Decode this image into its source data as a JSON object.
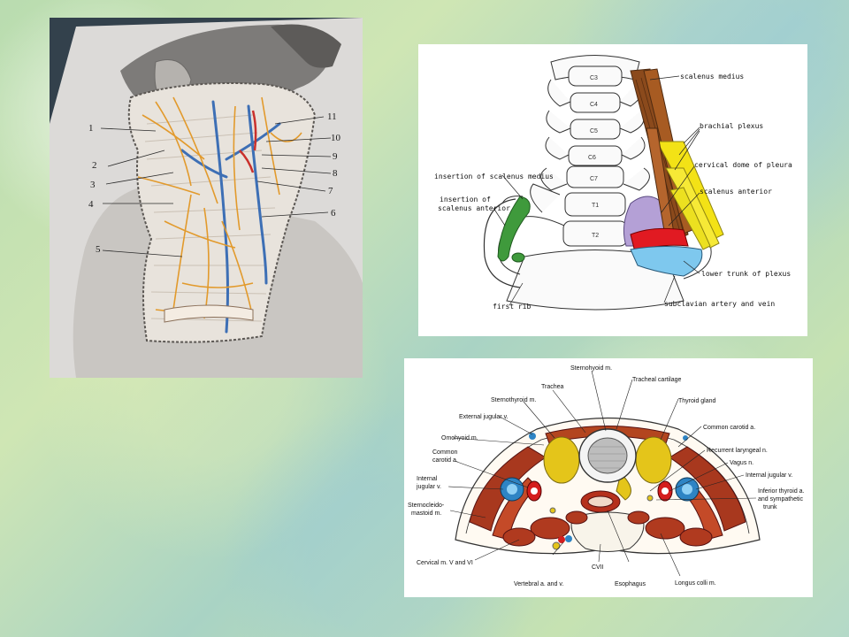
{
  "neck_figure": {
    "numbers": [
      "1",
      "2",
      "3",
      "4",
      "5",
      "6",
      "7",
      "8",
      "9",
      "10",
      "11"
    ]
  },
  "plexus_figure": {
    "vertebrae": [
      "C3",
      "C4",
      "C5",
      "C6",
      "C7",
      "T1",
      "T2"
    ],
    "labels": {
      "scalenus_medius": "scalenus medius",
      "brachial_plexus": "brachial plexus",
      "cervical_dome": "cervical dome of pleura",
      "scalenus_anterior": "scalenus anterior",
      "insertion_medius": "insertion of scalenus medius",
      "insertion_anterior_1": "insertion of",
      "insertion_anterior_2": "scalenus anterior",
      "lower_trunk": "lower trunk of plexus",
      "first_rib": "first rib",
      "subclavian": "subclavian artery and vein"
    }
  },
  "section_figure": {
    "labels": {
      "sternohyoid": "Sternohyoid m.",
      "tracheal_cartilage": "Tracheal cartilage",
      "trachea": "Trachea",
      "sternothyroid": "Sternothyroid m.",
      "thyroid_gland": "Thyroid gland",
      "external_jugular": "External jugular v.",
      "common_carotid_r": "Common carotid a.",
      "omohyoid": "Omohyoid m.",
      "recurrent_laryngeal": "Recurrent laryngeal n.",
      "common_carotid_l1": "Common",
      "common_carotid_l2": "carotid a.",
      "vagus": "Vagus n.",
      "internal_jugular_r": "Internal jugular v.",
      "internal_jugular_l1": "Internal",
      "internal_jugular_l2": "jugular v.",
      "inferior_thyroid_1": "Inferior thyroid a.",
      "inferior_thyroid_2": "and sympathetic",
      "inferior_thyroid_3": "trunk",
      "sternocleido_1": "Sternocleido-",
      "sternocleido_2": "mastoid m.",
      "cervical_m": "Cervical m. V and VI",
      "vertebral": "Vertebral a. and v.",
      "cvii": "CVII",
      "esophagus": "Esophagus",
      "longus_colli": "Longus colli m."
    }
  }
}
